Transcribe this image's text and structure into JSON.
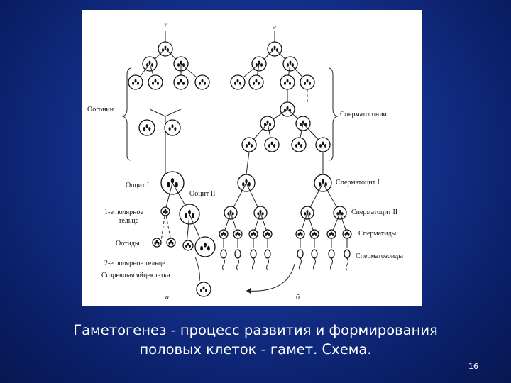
{
  "diagram": {
    "female_symbol": "♀",
    "male_symbol": "♂",
    "labels": {
      "oogonia": "Оогонии",
      "spermatogonia": "Сперматогонии",
      "oocyte1": "Ооцит I",
      "oocyte2": "Ооцит II",
      "polar_body1_line1": "1-е полярное",
      "polar_body1_line2": "тельце",
      "ootids": "Оотиды",
      "polar_body2": "2-е полярное тельце",
      "mature_egg": "Созревшая яйцеклетка",
      "spermatocyte1": "Сперматоцит I",
      "spermatocyte2": "Сперматоцит II",
      "spermatids": "Сперматиды",
      "spermatozoa": "Сперматозоиды",
      "panel_a": "а",
      "panel_b": "б"
    }
  },
  "caption": {
    "line1": "Гаметогенез - процесс развития и формирования",
    "line2": "половых клеток - гамет. Схема."
  },
  "page_number": "16"
}
